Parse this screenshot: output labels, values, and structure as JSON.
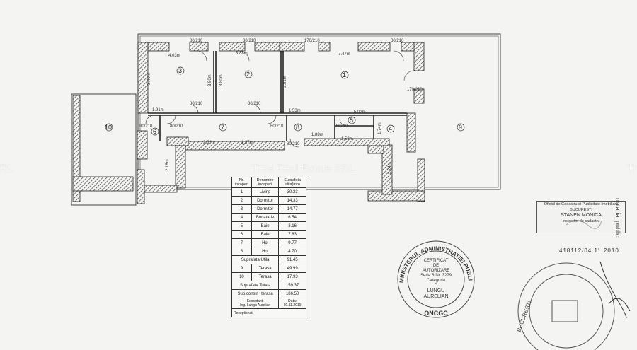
{
  "watermark": "Trea Real Estate SRL",
  "watermark_left": "RL",
  "watermark_right": "Tr",
  "dims": {
    "d1": "4.03m",
    "d2": "3.88m",
    "d3": "7.47m",
    "d4": "3.40m",
    "d5": "3.50m",
    "d6": "3.80m",
    "d7": "3.81m",
    "d8": "1.53m",
    "d9": "5.02m",
    "d10": "1.91m",
    "d11": "1.88m",
    "d12": "1.53m",
    "d13": "1.74m",
    "d14": "2.59m",
    "d15": "1.87m",
    "d16": "2.18m",
    "d17": "2.24m"
  },
  "doors": {
    "a": "80/210",
    "b": "80/210",
    "c": "170/210",
    "e": "80/210",
    "f": "170/210",
    "g": "80/210",
    "h": "80/210",
    "i": "80/210",
    "j": "80/210",
    "k": "80/210",
    "l": "80/210",
    "m": "80/210"
  },
  "rooms": [
    "1",
    "2",
    "3",
    "4",
    "5",
    "6",
    "7",
    "8",
    "9",
    "10"
  ],
  "table": {
    "headers": [
      "Nr. incaperi",
      "Denumire incaperi",
      "Suprafata utila(mp)"
    ],
    "rows": [
      [
        "1",
        "Living",
        "30.33"
      ],
      [
        "2",
        "Dormitor",
        "14.33"
      ],
      [
        "3",
        "Dormitor",
        "14.77"
      ],
      [
        "4",
        "Bucatarie",
        "6.54"
      ],
      [
        "5",
        "Baie",
        "3.16"
      ],
      [
        "6",
        "Baie",
        "7.83"
      ],
      [
        "7",
        "Hol",
        "9.77"
      ],
      [
        "8",
        "Hol",
        "4.70"
      ]
    ],
    "useful_label": "Suprafata Utila",
    "useful_value": "91.45",
    "terrace_rows": [
      [
        "9",
        "Terasa",
        "49.99"
      ],
      [
        "10",
        "Terasa",
        "17.93"
      ]
    ],
    "total_label": "Suprafata Totala",
    "total_value": "159.37",
    "built_label": "Sup.constr.+terasa",
    "built_value": "186.50",
    "executed_label": "Executant:",
    "executed_name": "Ing. Lungu Aurelian",
    "date_label": "Data:",
    "date_value": "01.11.2010",
    "received": "Receptionat,"
  },
  "round_stamp": {
    "ring": "MINISTERUL ADMINISTRATIEI PUBLICE",
    "l1": "CERTIFICAT",
    "l2": "DE",
    "l3": "AUTORIZARE",
    "l4": "Seria B Nr. 3279",
    "l5": "Categoria",
    "l6": "D",
    "l7": "LUNGU",
    "l8": "AURELIAN",
    "bottom": "ONCGC"
  },
  "rect_stamp": {
    "l1": "Oficiul de Cadastru si Publicitate Imobiliara",
    "l2": "BUCURESTI",
    "l3": "STANEN MONICA",
    "l4": "Inspector de cadastru"
  },
  "stamp_number": "418112/04.11.2010",
  "notary_text": "notarial public",
  "notary_ring": "BUCURESTI"
}
